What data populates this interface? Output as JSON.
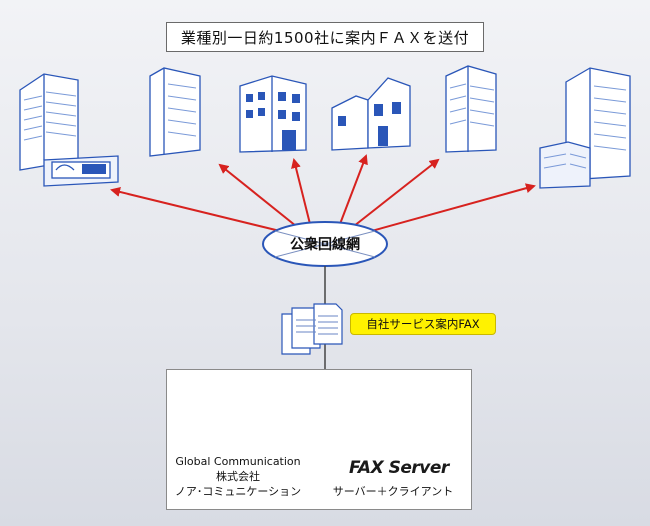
{
  "diagram": {
    "title": "業種別一日約1500社に案内ＦＡＸを送付",
    "network_label": "公衆回線網",
    "fax_label": "自社サービス案内FAX",
    "company": {
      "name_en": "Global Communication",
      "name_ja": "株式会社",
      "name_kana": "ノア･コミュニケーション"
    },
    "product": {
      "logo_text": "FAX Server",
      "caption": "サーバー＋クライアント"
    }
  },
  "colors": {
    "arrow": "#d7221f",
    "logo_blue": "#1f3f9a",
    "logo_red": "#d61f26",
    "logo_green": "#2d9c3a",
    "building": "#2a56b8",
    "highlight": "#fff200"
  },
  "icons": [
    "office-tower-fax-icon",
    "building-icon",
    "fax-document-icon",
    "server-pc-icon",
    "noa-logo-icon"
  ]
}
